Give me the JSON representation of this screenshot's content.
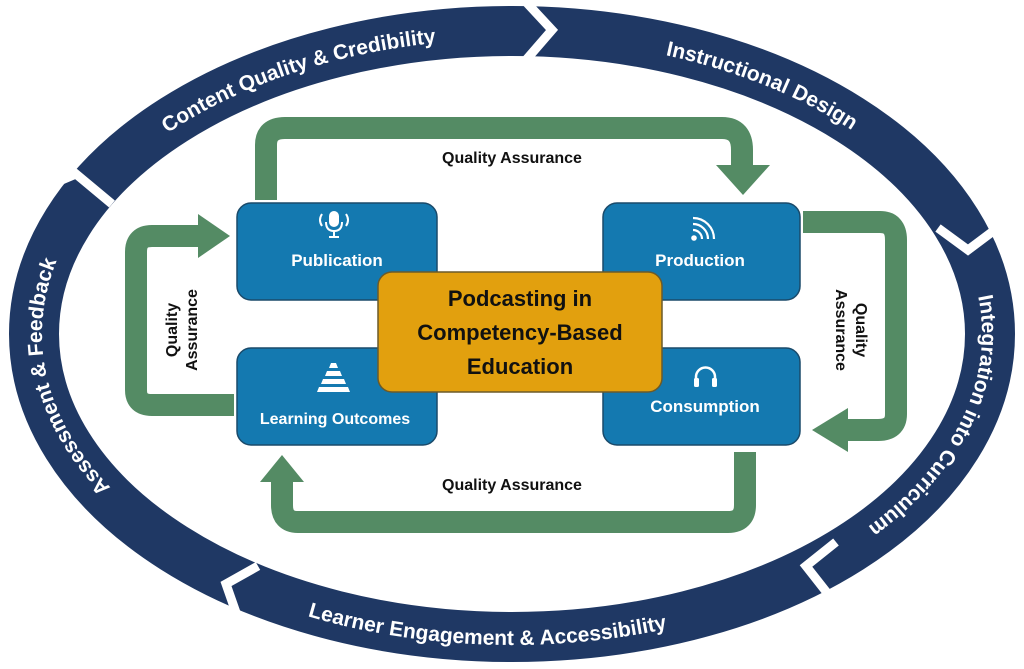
{
  "colors": {
    "ring": "#1f3864",
    "box": "#1479b0",
    "center": "#e2a00e",
    "arrow": "#548b64"
  },
  "ring": [
    {
      "label": "Content Quality & Credibility"
    },
    {
      "label": "Instructional Design"
    },
    {
      "label": "Integration into Curriculum"
    },
    {
      "label": "Learner Engagement & Accessibility"
    },
    {
      "label": "Assessment & Feedback"
    }
  ],
  "center": {
    "line1": "Podcasting in",
    "line2": "Competency-Based",
    "line3": "Education"
  },
  "boxes": {
    "publication": {
      "label": "Publication",
      "icon": "microphone-icon"
    },
    "production": {
      "label": "Production",
      "icon": "rss-icon"
    },
    "consumption": {
      "label": "Consumption",
      "icon": "headphones-icon"
    },
    "learning_outcomes": {
      "label": "Learning Outcomes",
      "icon": "pyramid-icon"
    }
  },
  "qa": {
    "top": "Quality Assurance",
    "bottom": "Quality Assurance",
    "left1": "Quality",
    "left2": "Assurance",
    "right1": "Quality",
    "right2": "Assurance"
  }
}
